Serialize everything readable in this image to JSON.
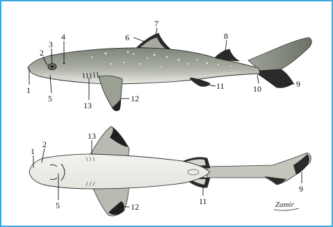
{
  "labels": {
    "l1": "1",
    "l2": "2",
    "l3": "3",
    "l4": "4",
    "l5": "5",
    "l6": "6",
    "l7": "7",
    "l8": "8",
    "l9": "9",
    "l10": "10",
    "l11": "11",
    "l12": "12",
    "l13": "13",
    "b1": "1",
    "b2": "2",
    "b5": "5",
    "b9": "9",
    "b11": "11",
    "b12": "12",
    "b13": "13"
  },
  "signature": "Zamir",
  "colors": {
    "frame": "#39a8df",
    "body_dark": "#8f9489",
    "body_mid": "#b4b8ae",
    "belly": "#eef0ea",
    "fin_dark": "#1c1c1c"
  }
}
